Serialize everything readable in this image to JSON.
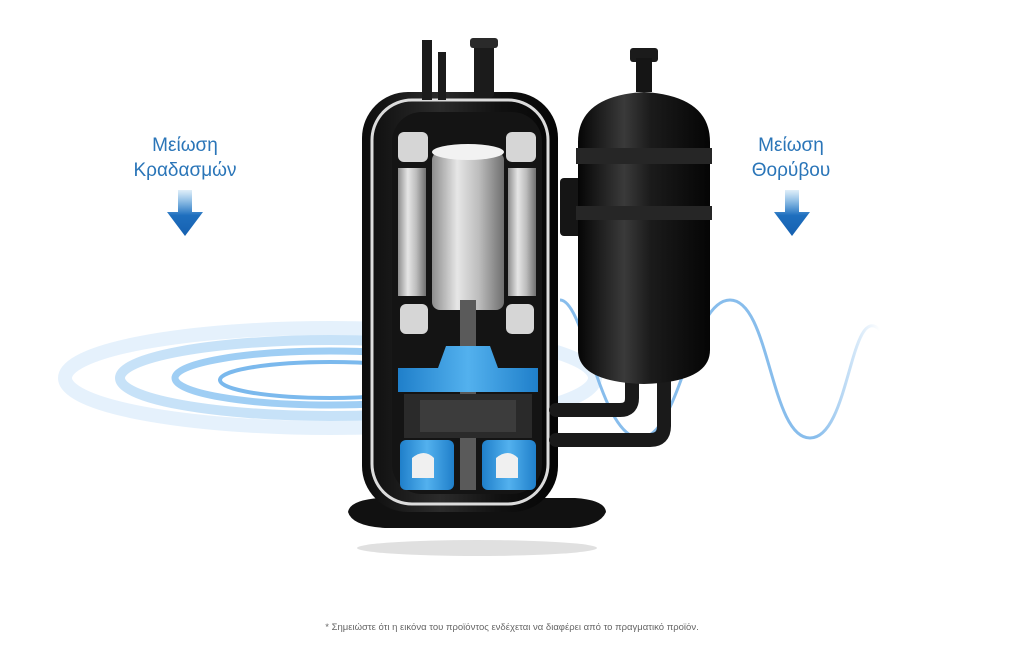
{
  "labels": {
    "vibration": {
      "line1": "Μείωση",
      "line2": "Κραδασμών"
    },
    "noise": {
      "line1": "Μείωση",
      "line2": "Θορύβου"
    }
  },
  "disclaimer": "* Σημειώστε ότι η εικόνα του προϊόντος ενδέχεται να διαφέρει από το πραγματικό προϊόν.",
  "colors": {
    "label_blue": "#2a75b8",
    "wave_blue": "#7bb6ea",
    "part_blue": "#2f8fd6",
    "body_black": "#1b1b1b"
  },
  "icons": {
    "left_arrow": "arrow-down-icon",
    "right_arrow": "arrow-down-icon"
  }
}
